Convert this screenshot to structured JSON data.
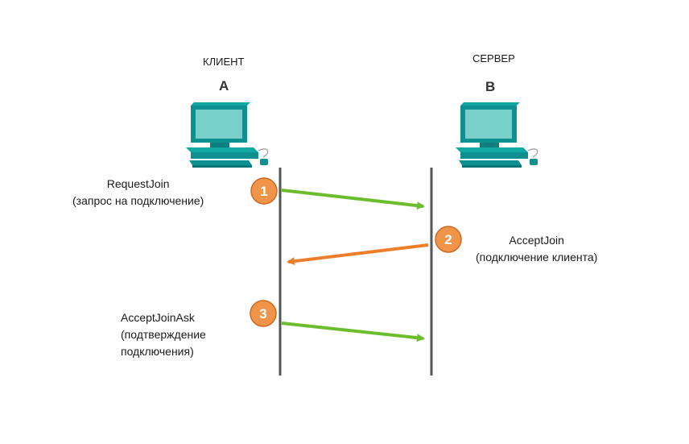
{
  "client": {
    "role": "КЛИЕНТ",
    "letter": "A",
    "icon": "computer-icon"
  },
  "server": {
    "role": "СЕРВЕР",
    "letter": "B",
    "icon": "computer-icon"
  },
  "colors": {
    "forward_arrow": "#6bbd2e",
    "reply_arrow": "#ef7e2a",
    "badge": "#f0944a",
    "lifeline": "#555555",
    "monitor": "#0e9090",
    "screen": "#79cfc9"
  },
  "steps": [
    {
      "number": "1",
      "label": "RequestJoin\n(запрос на подключение)",
      "direction": "client-to-server"
    },
    {
      "number": "2",
      "label": "AcceptJoin\n(подключение клиента)",
      "direction": "server-to-client"
    },
    {
      "number": "3",
      "label": "AcceptJoinAsk\n(подтверждение\nподключения)",
      "direction": "client-to-server"
    }
  ]
}
